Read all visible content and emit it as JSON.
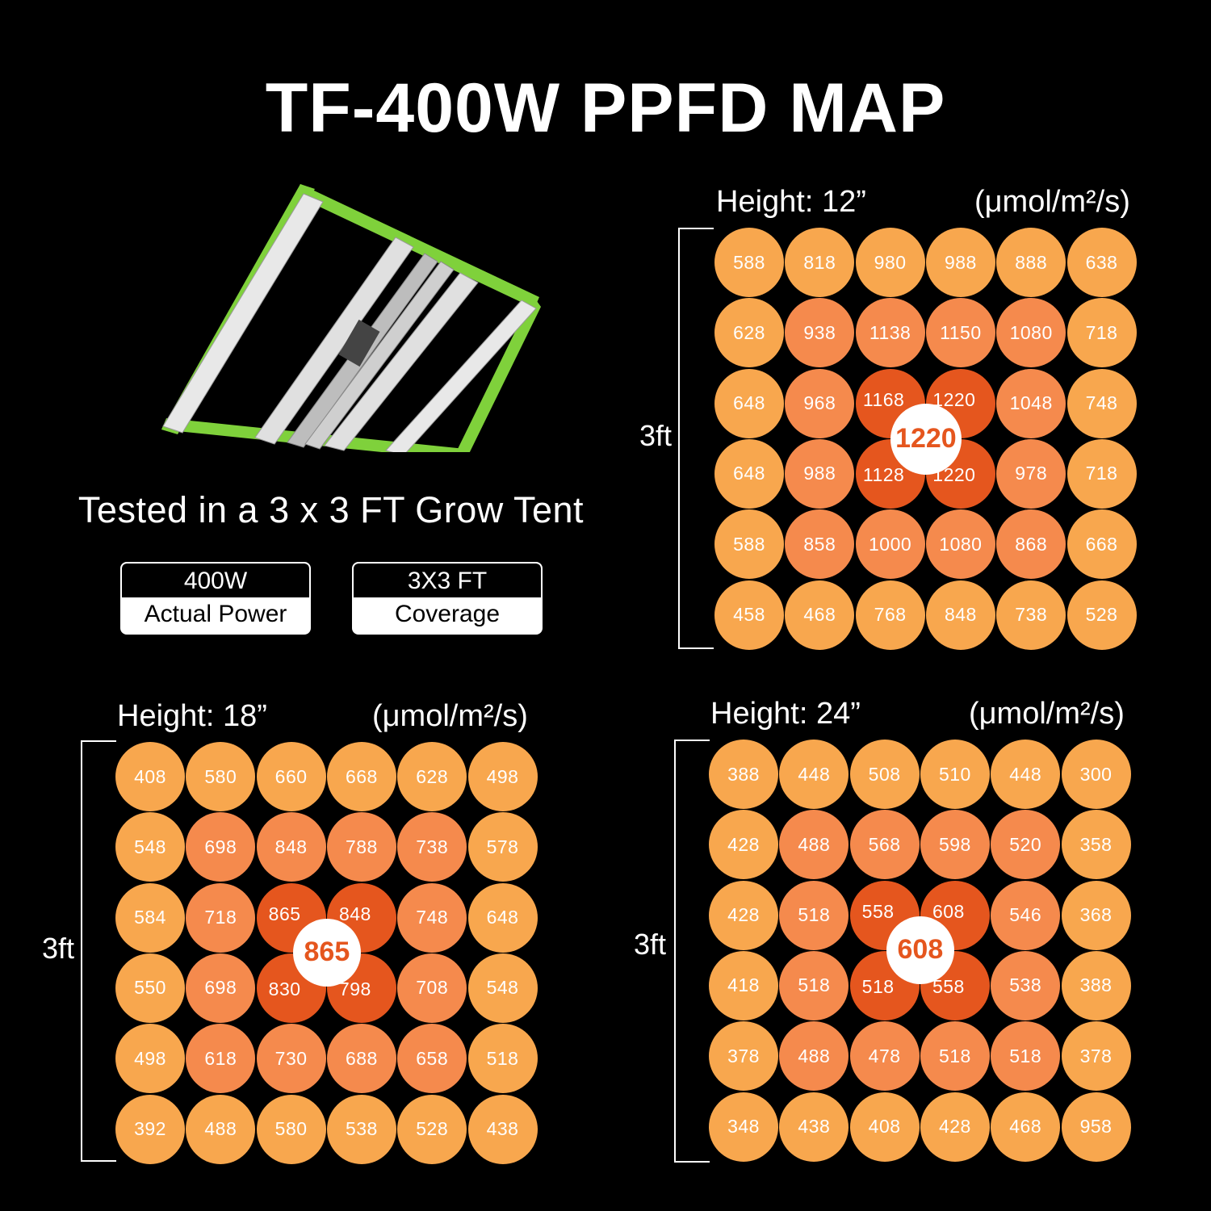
{
  "title": "TF-400W PPFD MAP",
  "subtitle": "Tested in a 3 x 3 FT Grow Tent",
  "badges": [
    {
      "top": "400W",
      "bottom": "Actual Power"
    },
    {
      "top": "3X3 FT",
      "bottom": "Coverage"
    }
  ],
  "colors": {
    "background": "#000000",
    "low": "#f8a74e",
    "mid": "#f58a4d",
    "high": "#e5561e",
    "fixture_frame": "#7fd13b"
  },
  "chart_data": [
    {
      "type": "heatmap",
      "title": "Height: 12”",
      "unit": "(μmol/m²/s)",
      "side_label": "3ft",
      "peak": "1220",
      "values": [
        [
          588,
          818,
          980,
          988,
          888,
          638
        ],
        [
          628,
          938,
          1138,
          1150,
          1080,
          718
        ],
        [
          648,
          968,
          1168,
          1220,
          1048,
          748
        ],
        [
          648,
          988,
          1128,
          1220,
          978,
          718
        ],
        [
          588,
          858,
          1000,
          1080,
          868,
          668
        ],
        [
          458,
          468,
          768,
          848,
          738,
          528
        ]
      ]
    },
    {
      "type": "heatmap",
      "title": "Height: 18”",
      "unit": "(μmol/m²/s)",
      "side_label": "3ft",
      "peak": "865",
      "values": [
        [
          408,
          580,
          660,
          668,
          628,
          498
        ],
        [
          548,
          698,
          848,
          788,
          738,
          578
        ],
        [
          584,
          718,
          865,
          848,
          748,
          648
        ],
        [
          550,
          698,
          830,
          798,
          708,
          548
        ],
        [
          498,
          618,
          730,
          688,
          658,
          518
        ],
        [
          392,
          488,
          580,
          538,
          528,
          438
        ]
      ]
    },
    {
      "type": "heatmap",
      "title": "Height: 24”",
      "unit": "(μmol/m²/s)",
      "side_label": "3ft",
      "peak": "608",
      "values": [
        [
          388,
          448,
          508,
          510,
          448,
          300
        ],
        [
          428,
          488,
          568,
          598,
          520,
          358
        ],
        [
          428,
          518,
          558,
          608,
          546,
          368
        ],
        [
          418,
          518,
          518,
          558,
          538,
          388
        ],
        [
          378,
          488,
          478,
          518,
          518,
          378
        ],
        [
          348,
          438,
          408,
          428,
          468,
          958
        ]
      ]
    }
  ]
}
